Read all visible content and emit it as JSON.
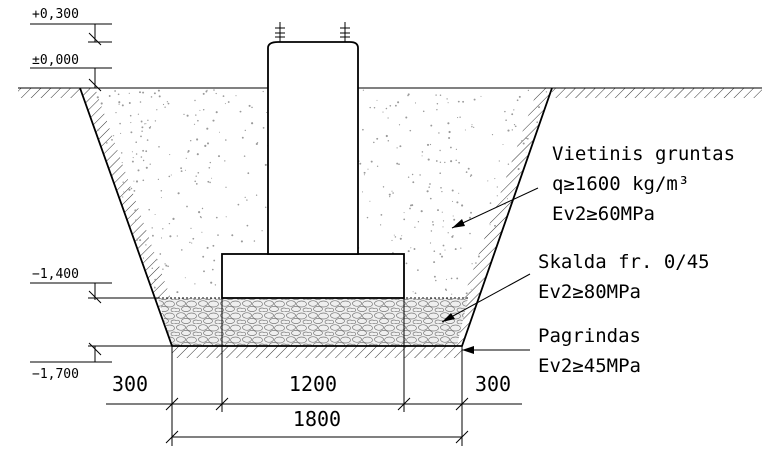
{
  "levels": {
    "top": "+0,300",
    "ground": "±0,000",
    "foundation": "−1,400",
    "bottom": "−1,700"
  },
  "labels": {
    "soil": [
      "Vietinis gruntas",
      "q≥1600 kg/m³",
      "Ev2≥60MPa"
    ],
    "gravel": [
      "Skalda fr. 0/45",
      "Ev2≥80MPa"
    ],
    "base": [
      "Pagrindas",
      "Ev2≥45MPa"
    ]
  },
  "dimensions": {
    "left": "300",
    "middle": "1200",
    "right": "300",
    "total": "1800"
  },
  "colors": {
    "line": "#000000",
    "soil_dot": "#9a9a9a",
    "gravel_fill": "#ececec"
  }
}
